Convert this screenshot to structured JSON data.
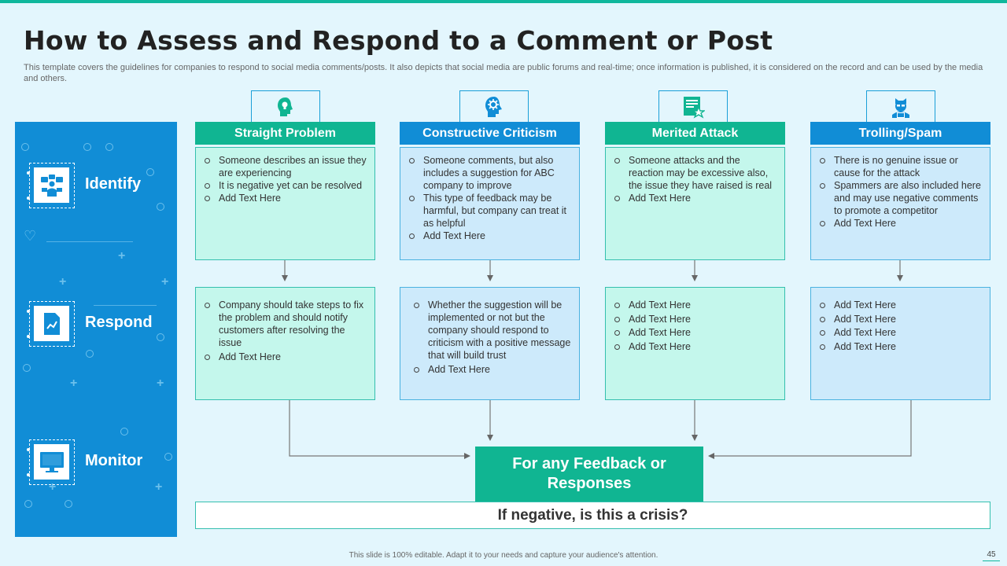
{
  "slide": {
    "title": "How to Assess and Respond to a Comment or Post",
    "subtitle": "This template covers the guidelines for companies to respond to social media comments/posts. It also depicts that social media are public forums and real-time; once information is published, it is considered on the record and can be used by the media and others.",
    "footer": "This slide is 100% editable. Adapt it to your needs and capture your audience's attention.",
    "page_number": "45"
  },
  "colors": {
    "accent_green": "#10b592",
    "accent_blue": "#118dd6",
    "background": "#e3f6fd"
  },
  "stages": [
    {
      "label": "Identify",
      "icon": "meeting-icon"
    },
    {
      "label": "Respond",
      "icon": "document-chart-icon"
    },
    {
      "label": "Monitor",
      "icon": "monitor-icon"
    }
  ],
  "columns": [
    {
      "header": "Straight Problem",
      "icon": "head-lightbulb-icon",
      "identify": [
        "Someone describes an issue they are experiencing",
        "It is negative  yet can be resolved",
        "Add Text Here"
      ],
      "respond": [
        "Company should take steps to fix the problem and should notify customers after resolving the issue",
        "Add Text Here"
      ]
    },
    {
      "header": "Constructive Criticism",
      "icon": "head-gear-icon",
      "identify": [
        "Someone comments, but also includes a suggestion for ABC company to improve",
        "This type of feedback may be harmful,  but company can treat it as helpful",
        "Add Text Here"
      ],
      "respond": [
        "Whether the suggestion will be implemented or not but the company should respond to criticism with a positive message that will build trust",
        "Add Text Here"
      ]
    },
    {
      "header": "Merited Attack",
      "icon": "document-star-icon",
      "identify": [
        "Someone attacks and the reaction may be excessive also, the issue they have raised is real",
        "Add Text Here"
      ],
      "respond": [
        "Add Text Here",
        "Add Text Here",
        "Add Text Here",
        "Add Text Here"
      ]
    },
    {
      "header": "Trolling/Spam",
      "icon": "hacker-icon",
      "identify": [
        "There is no genuine issue or cause for the attack",
        "Spammers are also included here and may use negative  comments to promote a competitor",
        "Add Text Here"
      ],
      "respond": [
        "Add Text Here",
        "Add Text Here",
        "Add Text Here",
        "Add Text Here"
      ]
    }
  ],
  "feedback_box": {
    "line1": "For any Feedback or",
    "line2": "Responses"
  },
  "crisis_question": "If negative, is this a crisis?"
}
